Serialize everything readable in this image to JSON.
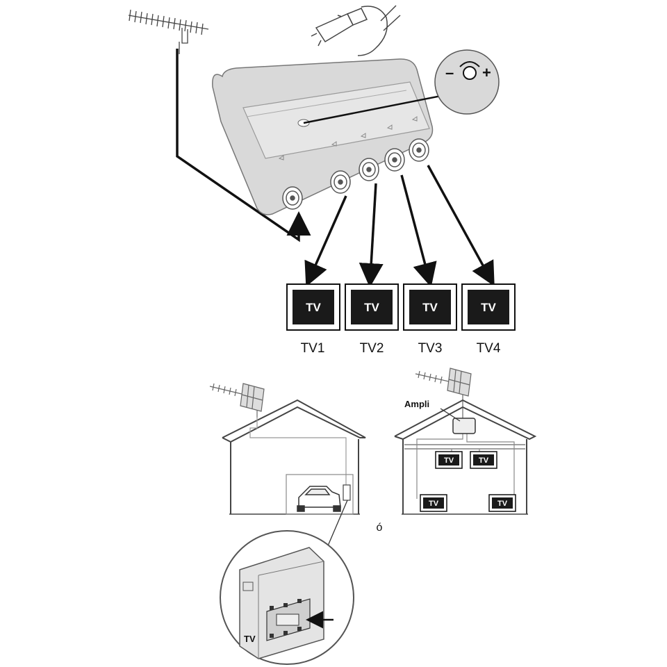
{
  "top": {
    "knob": {
      "minus": "–",
      "plus": "+"
    },
    "tv_badge": "TV",
    "outputs": [
      {
        "badge": "TV",
        "label": "TV1"
      },
      {
        "badge": "TV",
        "label": "TV2"
      },
      {
        "badge": "TV",
        "label": "TV3"
      },
      {
        "badge": "TV",
        "label": "TV4"
      }
    ]
  },
  "house_right": {
    "ampli_label": "Ampli",
    "tv_badges": [
      "TV",
      "TV",
      "TV",
      "TV"
    ]
  },
  "separator": "ó",
  "garage_zoom": {
    "tv_label": "TV"
  }
}
